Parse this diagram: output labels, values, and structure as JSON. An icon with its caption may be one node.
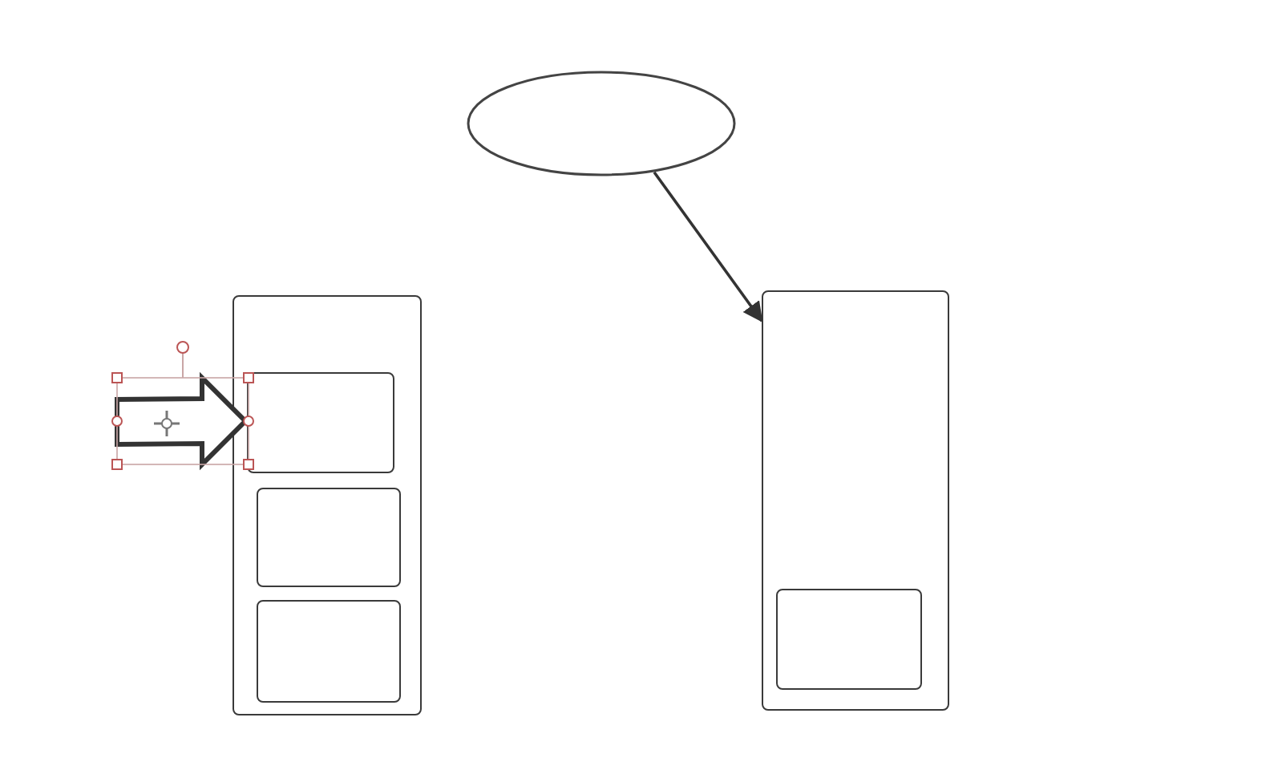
{
  "diagram": {
    "nodes": [
      {
        "text": [],
        "shape": "ellipse"
      },
      {
        "text": [],
        "shape": "box"
      },
      {
        "text": [],
        "shape": "box",
        "in": 1
      },
      {
        "text": [],
        "shape": "box",
        "in": 1
      },
      {
        "text": [],
        "shape": "box",
        "in": 1
      },
      {
        "text": [],
        "shape": "box"
      },
      {
        "text": [],
        "shape": "box",
        "in": 5
      }
    ],
    "edges": [
      {
        "from": 0,
        "to": 5,
        "arrow": "to"
      },
      {
        "from": null,
        "to": 2,
        "arrow": "to",
        "style": "thick"
      }
    ]
  }
}
